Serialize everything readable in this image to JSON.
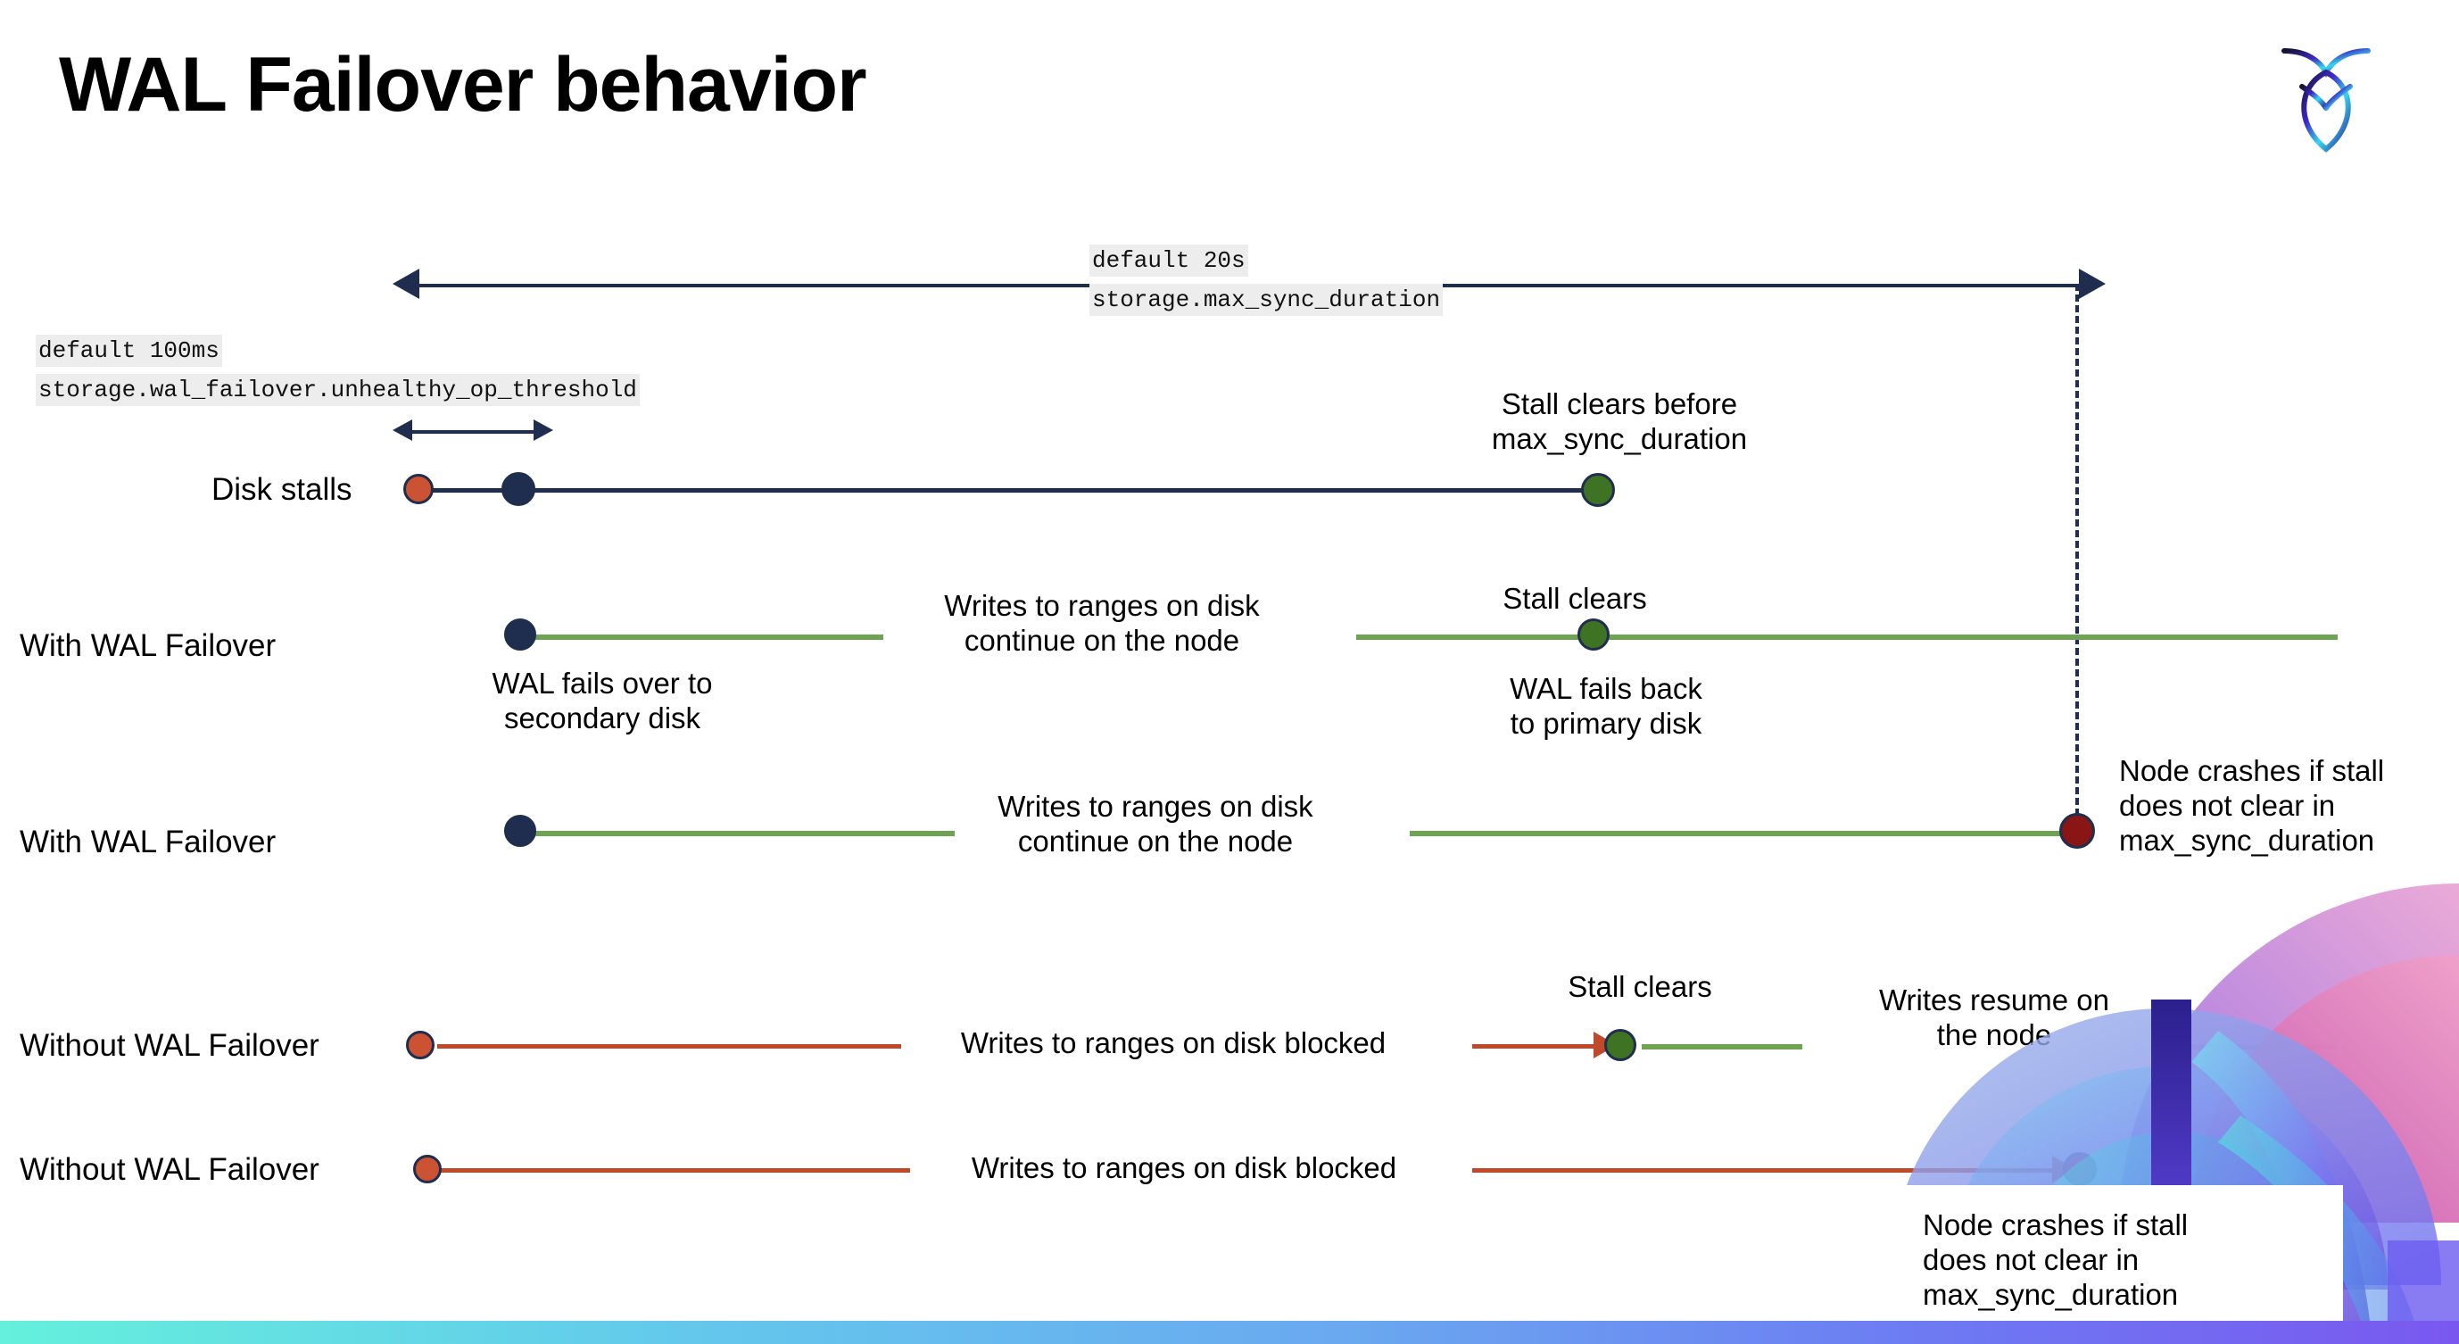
{
  "slide": {
    "title": "WAL Failover behavior",
    "logo_name": "cockroachdb-logo"
  },
  "settings": [
    {
      "id": "max_sync_duration",
      "default_label": "default 20s",
      "name_label": "storage.max_sync_duration"
    },
    {
      "id": "unhealthy_op_threshold",
      "default_label": "default 100ms",
      "name_label": "storage.wal_failover.unhealthy_op_threshold"
    }
  ],
  "rows": [
    {
      "id": "disk-stalls",
      "label": "Disk stalls"
    },
    {
      "id": "with-wal-1",
      "label": "With WAL Failover"
    },
    {
      "id": "with-wal-2",
      "label": "With WAL Failover"
    },
    {
      "id": "without-wal-1",
      "label": "Without WAL Failover"
    },
    {
      "id": "without-wal-2",
      "label": "Without WAL Failover"
    }
  ],
  "annotations": {
    "stall_clears_before_max": "Stall clears before\nmax_sync_duration",
    "writes_continue_1": "Writes to ranges on disk\ncontinue on the node",
    "writes_continue_2": "Writes to ranges on disk\ncontinue on the node",
    "stall_clears_1": "Stall clears",
    "stall_clears_2": "Stall clears",
    "wal_fails_over": "WAL fails over to\nsecondary disk",
    "wal_fails_back": "WAL fails  back\nto primary disk",
    "node_crashes_1": "Node crashes if stall\ndoes not clear in\nmax_sync_duration",
    "node_crashes_2": "Node crashes if stall\ndoes not clear in\nmax_sync_duration",
    "writes_resume": "Writes resume on\nthe node",
    "writes_blocked_1": "Writes to ranges on disk  blocked",
    "writes_blocked_2": "Writes to ranges on disk  blocked"
  },
  "colors": {
    "navy": "#1f2d4e",
    "green_line": "#6ea354",
    "green_dot": "#3f7324",
    "orange_dot": "#cb5232",
    "red_line": "#c0492b",
    "dark_red_dot": "#8a1515",
    "code_chip_bg": "#ededed",
    "bottom_bar_gradient": "#64f0dc to #7a58f0"
  }
}
